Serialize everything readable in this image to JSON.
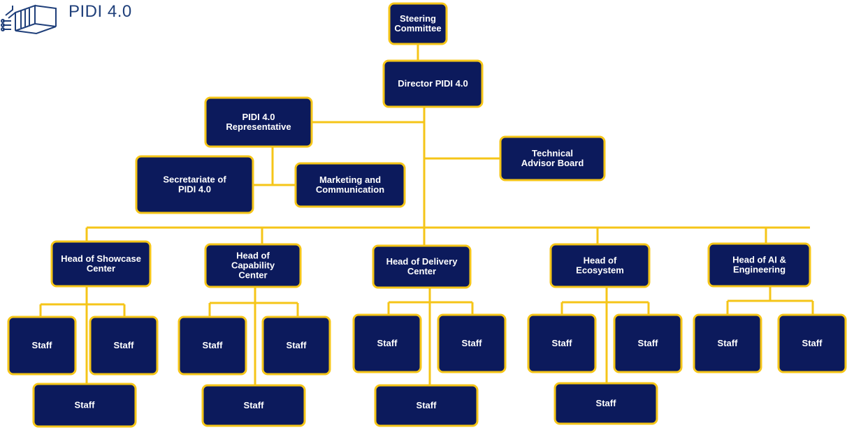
{
  "brand": {
    "name": "PIDI 4.0",
    "logo_icon": "circuit-building-logo"
  },
  "colors": {
    "box_fill": "#0c1a5c",
    "box_border": "#f5c518",
    "connector": "#f5c518",
    "text": "#ffffff",
    "brand_text": "#1f3f7a"
  },
  "nodes": [
    {
      "id": "steering",
      "lines": [
        "Steering",
        "Committee"
      ]
    },
    {
      "id": "director",
      "lines": [
        "Director PIDI 4.0"
      ]
    },
    {
      "id": "representative",
      "lines": [
        "PIDI 4.0",
        "Representative"
      ]
    },
    {
      "id": "technical-advisor",
      "lines": [
        "Technical",
        "Advisor Board"
      ]
    },
    {
      "id": "secretariate",
      "lines": [
        "Secretariate of",
        "PIDI 4.0"
      ]
    },
    {
      "id": "marketing",
      "lines": [
        "Marketing and",
        "Communication"
      ]
    },
    {
      "id": "head-showcase",
      "lines": [
        "Head of Showcase",
        "Center"
      ]
    },
    {
      "id": "head-capability",
      "lines": [
        "Head of",
        "Capability",
        "Center"
      ]
    },
    {
      "id": "head-delivery",
      "lines": [
        "Head of Delivery",
        "Center"
      ]
    },
    {
      "id": "head-ecosystem",
      "lines": [
        "Head of",
        "Ecosystem"
      ]
    },
    {
      "id": "head-ai",
      "lines": [
        "Head of AI &",
        "Engineering"
      ]
    },
    {
      "id": "staff-1",
      "lines": [
        "Staff"
      ]
    },
    {
      "id": "staff-2",
      "lines": [
        "Staff"
      ]
    },
    {
      "id": "staff-3",
      "lines": [
        "Staff"
      ]
    },
    {
      "id": "staff-4",
      "lines": [
        "Staff"
      ]
    },
    {
      "id": "staff-5",
      "lines": [
        "Staff"
      ]
    },
    {
      "id": "staff-6",
      "lines": [
        "Staff"
      ]
    },
    {
      "id": "staff-7",
      "lines": [
        "Staff"
      ]
    },
    {
      "id": "staff-8",
      "lines": [
        "Staff"
      ]
    },
    {
      "id": "staff-9",
      "lines": [
        "Staff"
      ]
    },
    {
      "id": "staff-10",
      "lines": [
        "Staff"
      ]
    },
    {
      "id": "staff-11",
      "lines": [
        "Staff"
      ]
    },
    {
      "id": "staff-12",
      "lines": [
        "Staff"
      ]
    },
    {
      "id": "staff-13",
      "lines": [
        "Staff"
      ]
    },
    {
      "id": "staff-14",
      "lines": [
        "Staff"
      ]
    }
  ]
}
